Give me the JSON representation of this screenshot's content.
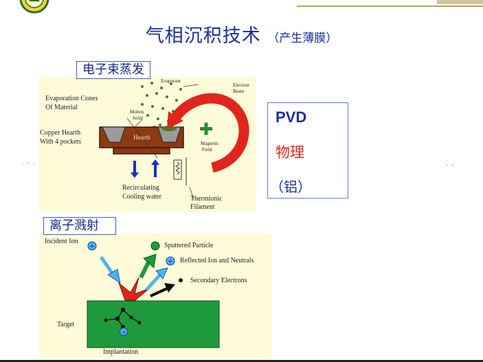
{
  "slide": {
    "title": "气相沉积技术",
    "subtitle": "（产生薄膜）"
  },
  "evaporation": {
    "section_label": "电子束蒸发",
    "labels": {
      "evaporant": "Evaporant",
      "electron_beam_1": "Electron",
      "electron_beam_2": "Beam",
      "cones_1": "Evaporation Cones",
      "cones_2": "Of Material",
      "molten_1": "Molten",
      "molten_2": "Solid",
      "hearth_1": "Copper Hearth",
      "hearth_2": "With 4 pockets",
      "hearth_center": "Hearth",
      "magnetic_1": "Magnetic",
      "magnetic_2": "Field",
      "cooling_1": "Recirculating",
      "cooling_2": "Cooling water",
      "thermionic_1": "Thermionic",
      "thermionic_2": "Filament"
    }
  },
  "pvd": {
    "title": "PVD",
    "type": "物理",
    "material": "（铝）"
  },
  "sputtering": {
    "section_label": "离子溅射",
    "labels": {
      "incident_ion": "Incident Ion",
      "sputtered_particle": "Sputtered Particle",
      "reflected": "Reflected Ion and Neutrals",
      "secondary": "Secondary Electrons",
      "target": "Target",
      "implantation": "Implantation"
    }
  },
  "colors": {
    "title": "#1a2f9e",
    "accent_red": "#e0261c",
    "hearth_brown": "#8b3a12",
    "target_green": "#1e9a3c"
  }
}
